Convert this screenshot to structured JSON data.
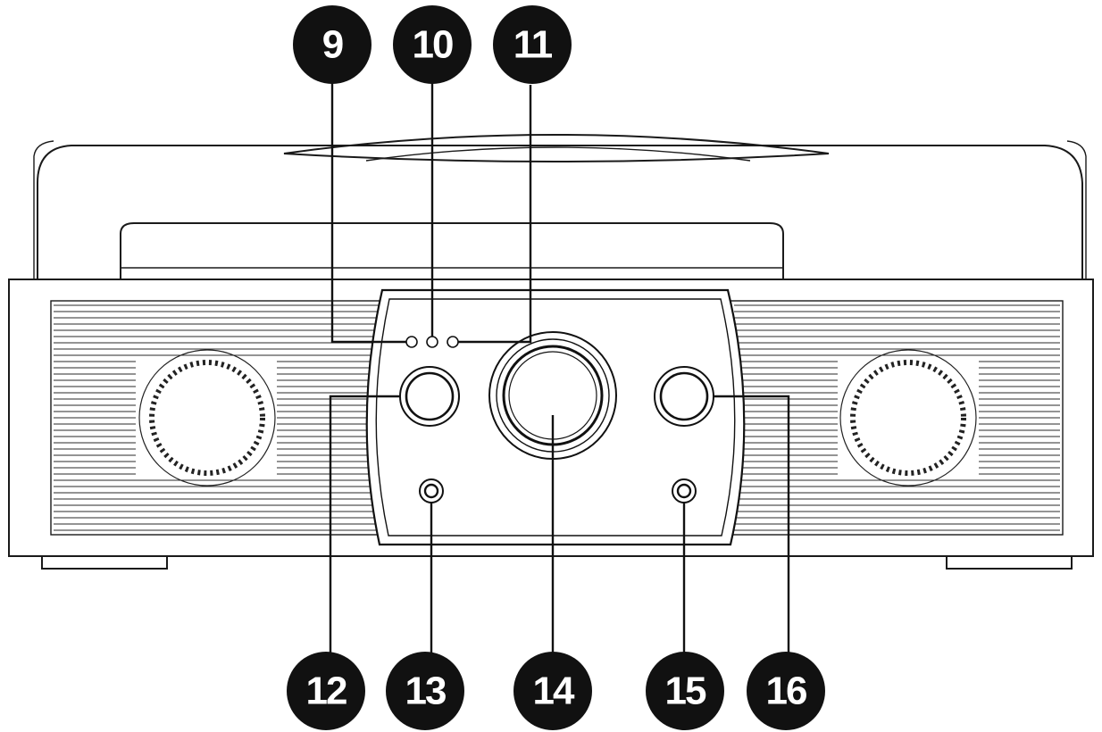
{
  "callouts": [
    {
      "id": "9",
      "label": "9"
    },
    {
      "id": "10",
      "label": "10"
    },
    {
      "id": "11",
      "label": "11"
    },
    {
      "id": "12",
      "label": "12"
    },
    {
      "id": "13",
      "label": "13"
    },
    {
      "id": "14",
      "label": "14"
    },
    {
      "id": "15",
      "label": "15"
    },
    {
      "id": "16",
      "label": "16"
    }
  ],
  "colors": {
    "line": "#1a1a1a",
    "callout_fill": "#111111",
    "callout_text": "#ffffff",
    "background": "#ffffff"
  }
}
